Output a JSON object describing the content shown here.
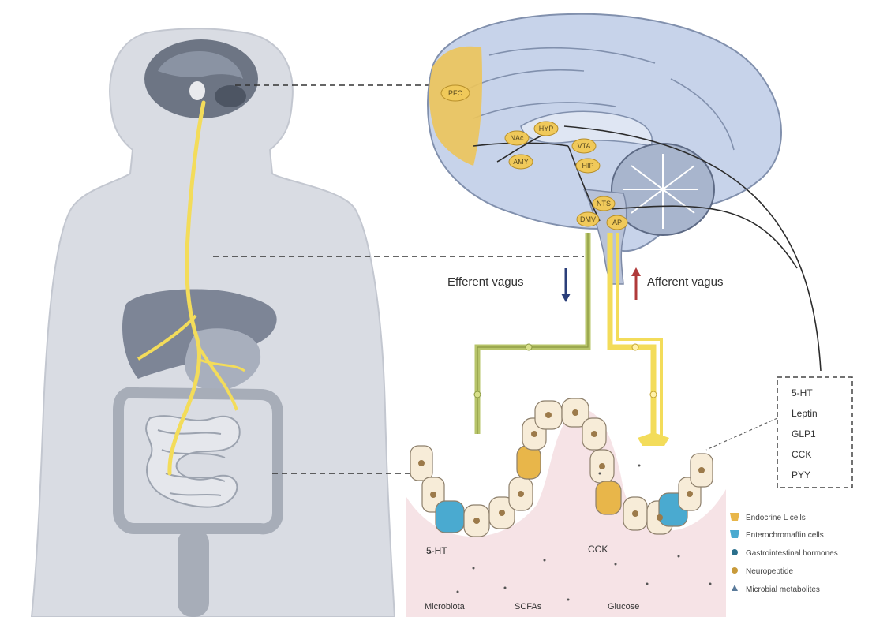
{
  "brain_regions": [
    "PFC",
    "NAc",
    "HYP",
    "VTA",
    "AMY",
    "HIP",
    "NTS",
    "DMV",
    "AP"
  ],
  "vagus": {
    "efferent_label": "Efferent vagus",
    "afferent_label": "Afferent vagus"
  },
  "hormone_box": [
    "5-HT",
    "Leptin",
    "GLP1",
    "CCK",
    "PYY"
  ],
  "gut_labels": {
    "serotonin": "5-HT",
    "cck": "CCK",
    "microbiota": "Microbiota",
    "scfas": "SCFAs",
    "glucose": "Glucose"
  },
  "legend": [
    {
      "label": "Endocrine L cells",
      "color": "#e8b64a"
    },
    {
      "label": "Enterochromaffin cells",
      "color": "#4aaad0"
    },
    {
      "label": "Gastrointestinal hormones",
      "color": "#2a6f8c"
    },
    {
      "label": "Neuropeptide",
      "color": "#c89a3a"
    },
    {
      "label": "Microbial metabolites",
      "color": "#5a7a9a"
    }
  ],
  "colors": {
    "body": "#d9dce3",
    "brain": "#c7d3ea",
    "nerve_yellow": "#f3dc5a",
    "nerve_green": "#b7c46a",
    "efferent_arrow": "#2b3f7a",
    "afferent_arrow": "#b03a3a",
    "tissue": "#f6e3e6"
  }
}
